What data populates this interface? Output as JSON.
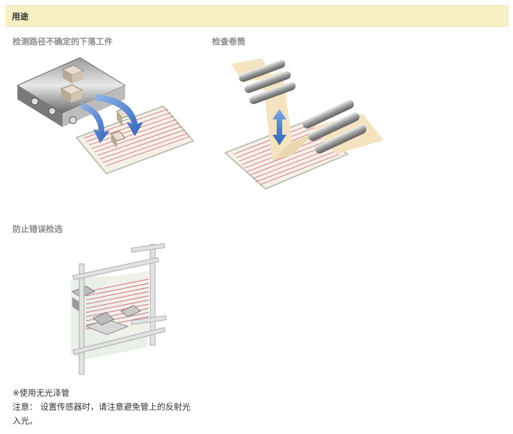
{
  "header": {
    "title": "用途"
  },
  "applications": [
    {
      "title": "检测路径不确定的下落工件",
      "illustration": "falling-workpiece-illustration"
    },
    {
      "title": "检查卷筒",
      "illustration": "roll-inspection-illustration"
    },
    {
      "title": "防止错误检选",
      "illustration": "mis-pick-prevention-illustration"
    }
  ],
  "notes": {
    "line1": "※使用无光泽管",
    "line2": "注意： 设置传感器时，请注意避免管上的反射光",
    "line3": "入光。"
  },
  "colors": {
    "header_bg": "#f7f0c4",
    "title_gray": "#8c8c8c",
    "beam_red": "#d9607a",
    "arrow_blue": "#3f78c8"
  }
}
